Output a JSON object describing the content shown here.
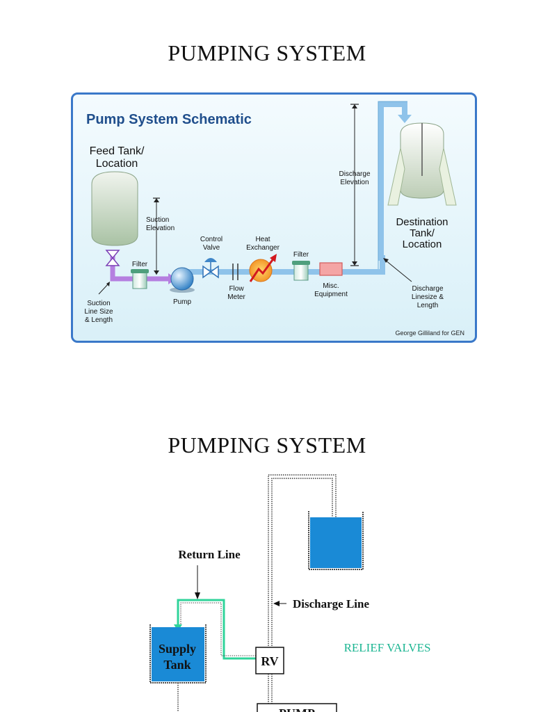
{
  "slide1": {
    "title": "PUMPING SYSTEM",
    "schematic": {
      "heading": "Pump System Schematic",
      "feed_tank_line1": "Feed Tank/",
      "feed_tank_line2": "Location",
      "suction_elevation_line1": "Suction",
      "suction_elevation_line2": "Elevation",
      "suction_line_line1": "Suction",
      "suction_line_line2": "Line Size",
      "suction_line_line3": "& Length",
      "filter1": "Filter",
      "pump": "Pump",
      "control_valve_line1": "Control",
      "control_valve_line2": "Valve",
      "flow_meter_line1": "Flow",
      "flow_meter_line2": "Meter",
      "heat_exchanger_line1": "Heat",
      "heat_exchanger_line2": "Exchanger",
      "filter2": "Filter",
      "misc_equipment_line1": "Misc.",
      "misc_equipment_line2": "Equipment",
      "discharge_elevation_line1": "Discharge",
      "discharge_elevation_line2": "Elevation",
      "destination_tank_line1": "Destination",
      "destination_tank_line2": "Tank/",
      "destination_tank_line3": "Location",
      "discharge_line_line1": "Discharge",
      "discharge_line_line2": "Linesize &",
      "discharge_line_line3": "Length",
      "credit": "George Gilliland for GEN"
    },
    "colors": {
      "pipe": "#8fc3ea",
      "suction_pipe": "#b57fe0",
      "heading": "#1f4e8c",
      "panel_border": "#3a78c9",
      "panel_bg": "#e6f6fb"
    }
  },
  "slide2": {
    "title": "PUMPING SYSTEM",
    "return_line": "Return Line",
    "discharge_line": "Discharge Line",
    "supply_tank_line1": "Supply",
    "supply_tank_line2": "Tank",
    "rv": "RV",
    "relief_valves": "RELIEF VALVES",
    "pump": "PUMP",
    "colors": {
      "water": "#1a8ad6",
      "return_pipe": "#2fd39a",
      "relief_text": "#1ab591"
    }
  }
}
